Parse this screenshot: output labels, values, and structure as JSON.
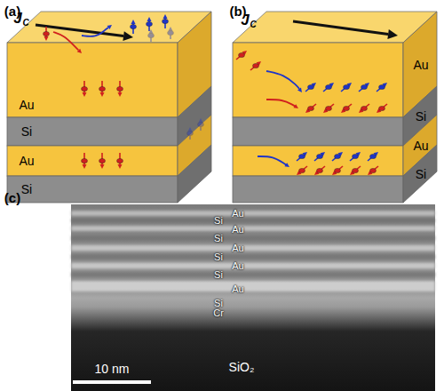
{
  "diagram": {
    "labels": [
      "(a)",
      "J",
      "C",
      "Au",
      "Si",
      "Au",
      "Si",
      "(b)",
      "J",
      "C",
      "Au",
      "Si",
      "Au",
      "Si",
      "(c)",
      "Au",
      "Si",
      "Au",
      "Si",
      "Au",
      "Si",
      "Au",
      "Si",
      "Au",
      "Si",
      "Cr",
      "10 nm",
      "SiO₂"
    ]
  }
}
